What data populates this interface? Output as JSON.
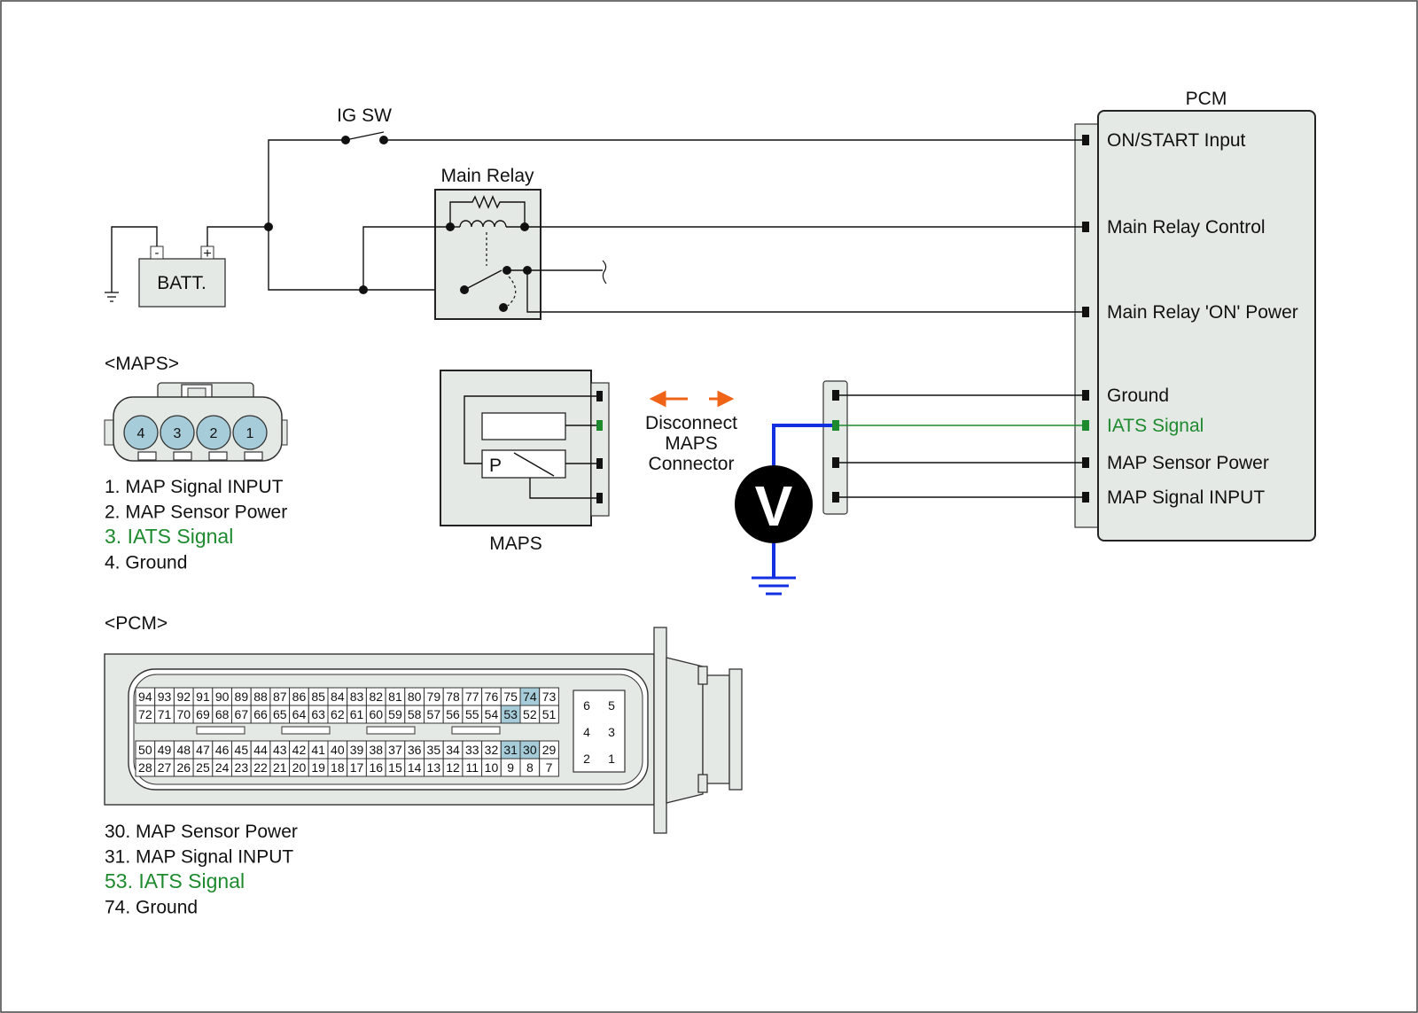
{
  "colors": {
    "wire": "#111111",
    "highlight_green": "#1e8a2e",
    "meter_lead_blue": "#1330e0",
    "arrow_orange": "#f06418",
    "box_fill": "#e4e9e6",
    "pin_highlight": "#a5ccd8"
  },
  "labels": {
    "ig_sw": "IG SW",
    "main_relay": "Main Relay",
    "batt": "BATT.",
    "batt_neg": "-",
    "batt_pos": "+",
    "pcm": "PCM",
    "maps_component": "MAPS",
    "maps_p": "P",
    "disconnect": [
      "Disconnect",
      "MAPS",
      "Connector"
    ],
    "voltmeter": "V"
  },
  "pcm_terminals": [
    {
      "label": "ON/START Input",
      "green": false
    },
    {
      "label": "Main Relay Control",
      "green": false
    },
    {
      "label": "Main Relay 'ON' Power",
      "green": false
    },
    {
      "label": "Ground",
      "green": false
    },
    {
      "label": "IATS Signal",
      "green": true
    },
    {
      "label": "MAP Sensor Power",
      "green": false
    },
    {
      "label": "MAP Signal  INPUT",
      "green": false
    }
  ],
  "maps_connector": {
    "title": "<MAPS>",
    "pins": [
      "4",
      "3",
      "2",
      "1"
    ],
    "legend": [
      {
        "text": "1. MAP Signal  INPUT",
        "green": false
      },
      {
        "text": "2. MAP Sensor Power",
        "green": false
      },
      {
        "text": "3. IATS Signal",
        "green": true
      },
      {
        "text": "4. Ground",
        "green": false
      }
    ]
  },
  "pcm_connector": {
    "title": "<PCM>",
    "rows": [
      [
        "94",
        "93",
        "92",
        "91",
        "90",
        "89",
        "88",
        "87",
        "86",
        "85",
        "84",
        "83",
        "82",
        "81",
        "80",
        "79",
        "78",
        "77",
        "76",
        "75",
        "74",
        "73"
      ],
      [
        "72",
        "71",
        "70",
        "69",
        "68",
        "67",
        "66",
        "65",
        "64",
        "63",
        "62",
        "61",
        "60",
        "59",
        "58",
        "57",
        "56",
        "55",
        "54",
        "53",
        "52",
        "51"
      ],
      [
        "50",
        "49",
        "48",
        "47",
        "46",
        "45",
        "44",
        "43",
        "42",
        "41",
        "40",
        "39",
        "38",
        "37",
        "36",
        "35",
        "34",
        "33",
        "32",
        "31",
        "30",
        "29"
      ],
      [
        "28",
        "27",
        "26",
        "25",
        "24",
        "23",
        "22",
        "21",
        "20",
        "19",
        "18",
        "17",
        "16",
        "15",
        "14",
        "13",
        "12",
        "11",
        "10",
        "9",
        "8",
        "7"
      ]
    ],
    "highlighted": [
      "74",
      "53",
      "31",
      "30"
    ],
    "small_block": [
      "6",
      "5",
      "4",
      "3",
      "2",
      "1"
    ],
    "legend": [
      {
        "text": "30. MAP Sensor Power",
        "green": false
      },
      {
        "text": "31. MAP Signal  INPUT",
        "green": false
      },
      {
        "text": "53. IATS Signal",
        "green": true
      },
      {
        "text": "74. Ground",
        "green": false
      }
    ]
  }
}
